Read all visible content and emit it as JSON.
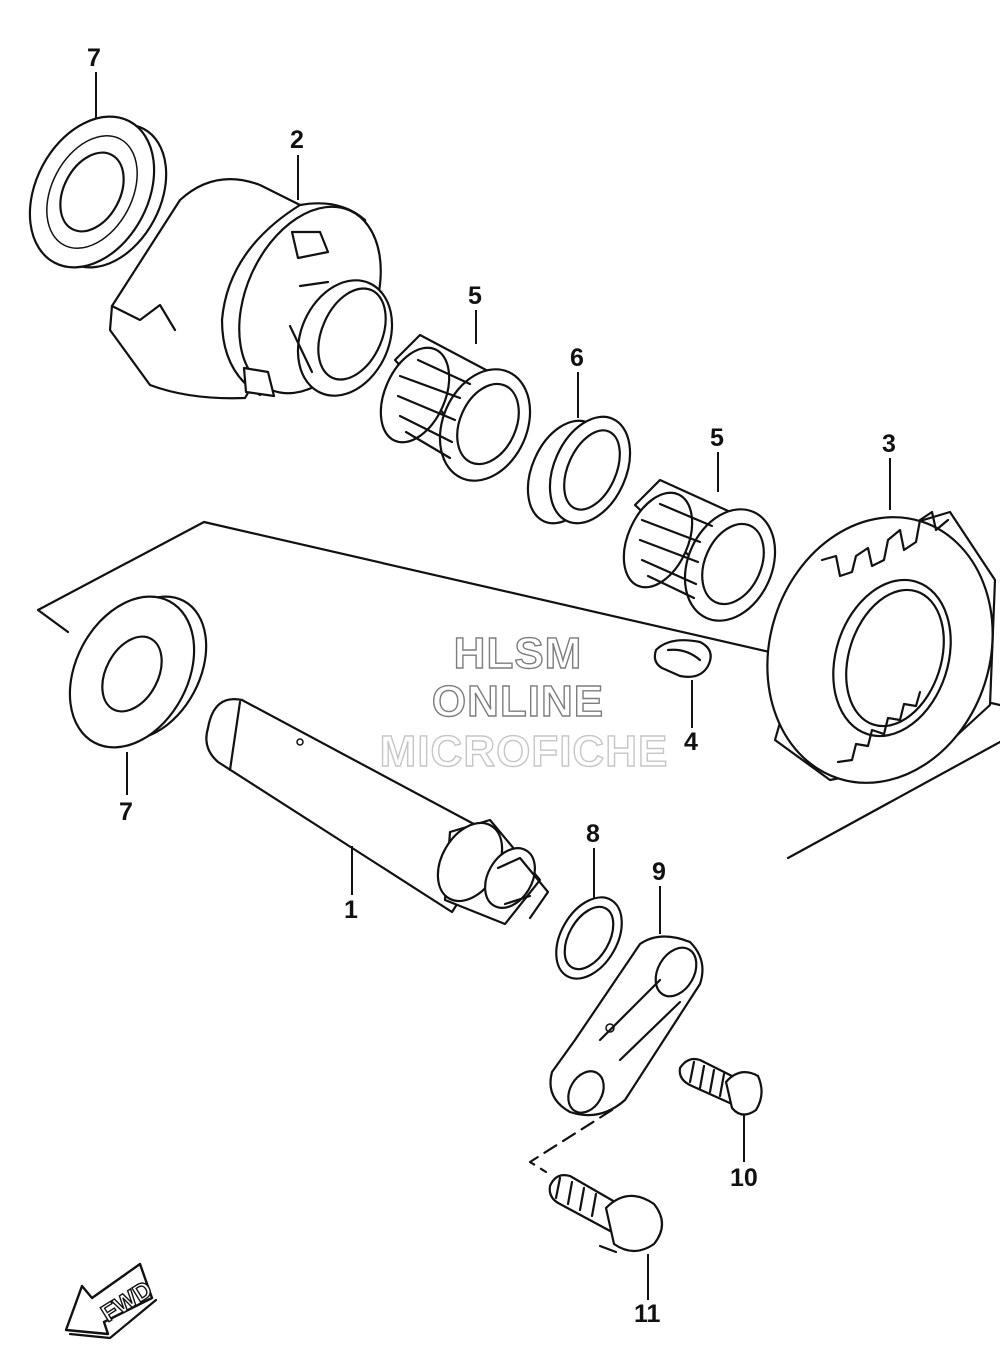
{
  "watermark": {
    "line1": "HLSM",
    "line2": "ONLINE",
    "line3": "MICROFICHE"
  },
  "direction_badge": {
    "label": "FWD",
    "icon": "fwd-arrow-icon"
  },
  "callouts": {
    "c1": "1",
    "c2": "2",
    "c3": "3",
    "c4": "4",
    "c5a": "5",
    "c5b": "5",
    "c6": "6",
    "c7a": "7",
    "c7b": "7",
    "c8": "8",
    "c9": "9",
    "c10": "10",
    "c11": "11"
  }
}
